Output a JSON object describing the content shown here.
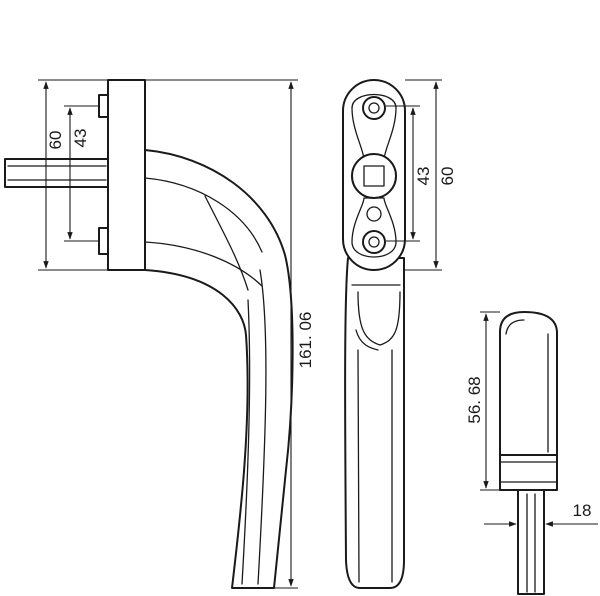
{
  "dimensions": {
    "side_height_outer": "60",
    "side_height_inner": "43",
    "total_length": "161. 06",
    "front_height_inner": "43",
    "front_height_outer": "60",
    "end_length": "56. 68",
    "spindle_width": "18"
  }
}
